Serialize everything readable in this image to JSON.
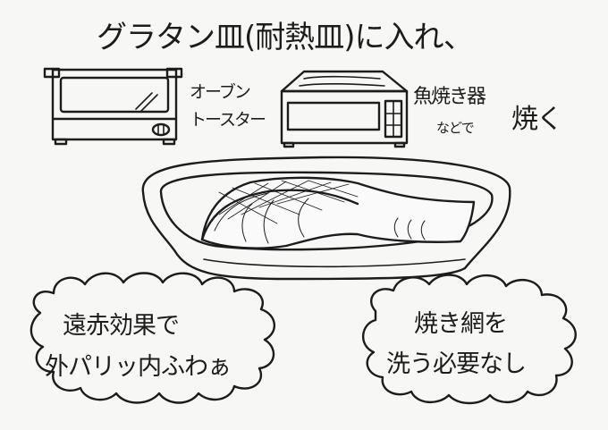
{
  "title": "グラタン皿(耐熱皿)に入れ、",
  "appliances": {
    "toaster": {
      "icon": "toaster-oven-icon",
      "label_line1": "オーブン",
      "label_line2": "トースター"
    },
    "fish_grill": {
      "icon": "fish-grill-icon",
      "label_line1": "魚焼き器",
      "label_line2": "などで"
    },
    "action": "焼く"
  },
  "dish": {
    "icon": "gratin-dish-with-salmon-icon"
  },
  "bubbles": {
    "left": {
      "line1": "遠赤効果で",
      "line2": "外パリッ内ふわぁ"
    },
    "right": {
      "line1": "焼き網を",
      "line2": "洗う必要なし"
    }
  },
  "colors": {
    "ink": "#1c1c1c",
    "paper": "#f7f7f5"
  }
}
